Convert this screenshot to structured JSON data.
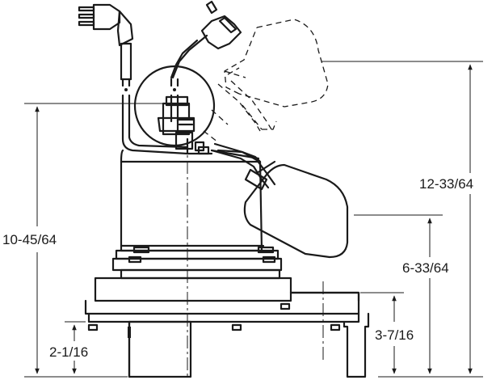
{
  "dimensions": {
    "overall_height": "12-33/64",
    "body_height": "10-45/64",
    "float_height": "6-33/64",
    "base_height": "3-7/16",
    "foot_height": "2-1/16"
  }
}
